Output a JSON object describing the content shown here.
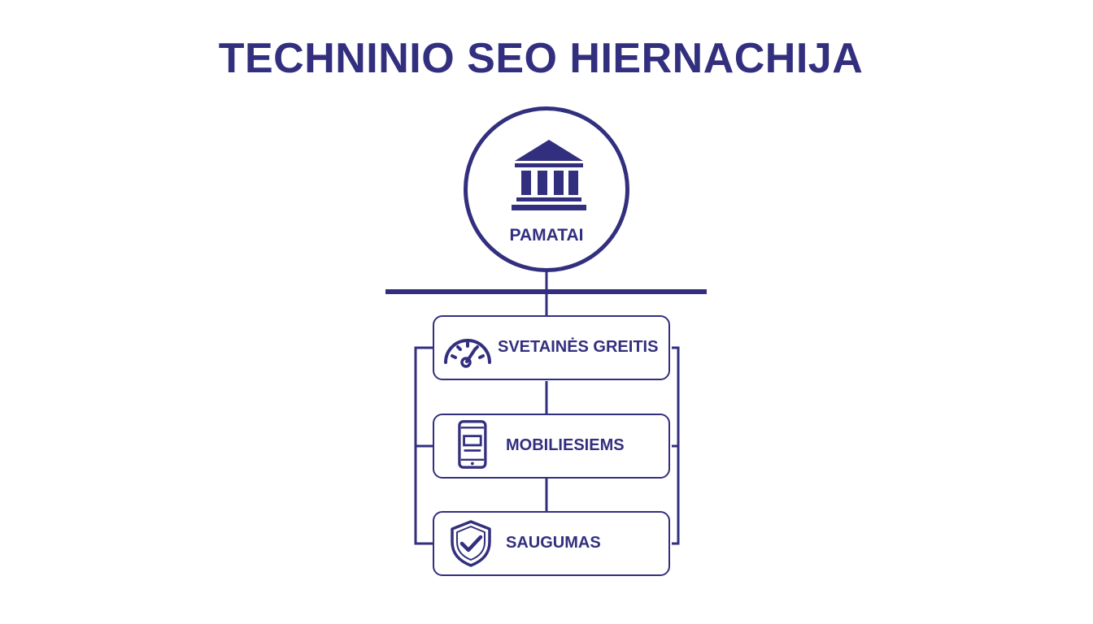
{
  "title": "TECHNINIO SEO HIERNACHIJA",
  "root": {
    "label": "PAMATAI",
    "icon": "bank-building-icon"
  },
  "nodes": [
    {
      "label": "SVETAINĖS GREITIS",
      "icon": "speedometer-icon"
    },
    {
      "label": "MOBILIESIEMS",
      "icon": "smartphone-icon"
    },
    {
      "label": "SAUGUMAS",
      "icon": "shield-check-icon"
    }
  ],
  "colors": {
    "primary": "#332f7f",
    "background": "#ffffff"
  }
}
